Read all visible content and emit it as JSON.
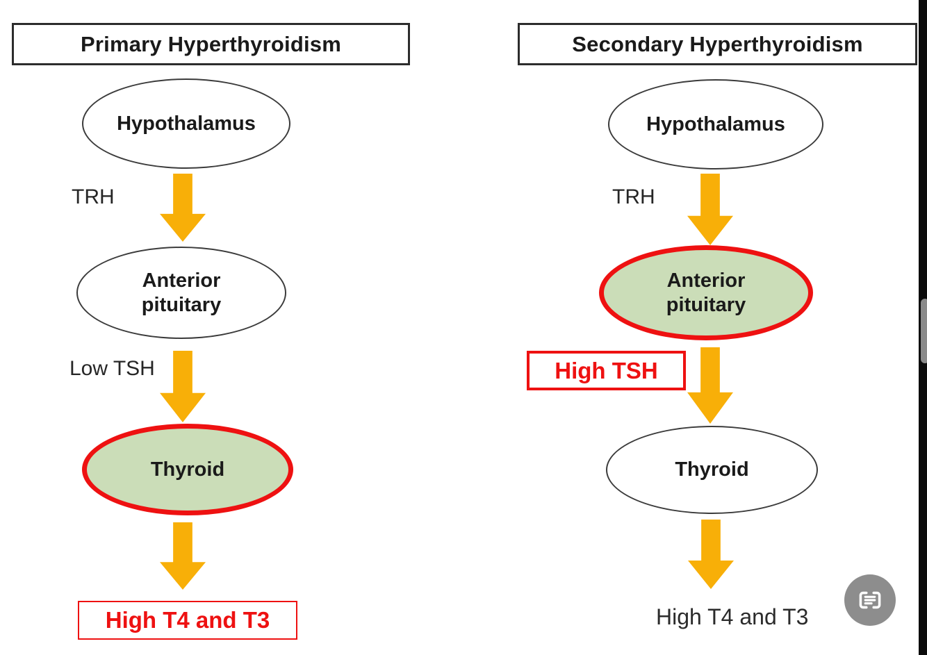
{
  "colors": {
    "arrow_orange": "#f8af08",
    "highlight_green": "#cbddb8",
    "alert_red": "#ee1111",
    "ellipse_border": "#3b3b3b",
    "viewer_bar_black": "#0b0b0b",
    "scroll_thumb_gray": "#8a8a8a",
    "scan_button_gray": "#8d8d8d"
  },
  "panels": [
    {
      "title": "Primary Hyperthyroidism",
      "hypothalamus_label": "Hypothalamus",
      "trh_label": "TRH",
      "anterior_pituitary_label": "Anterior\npituitary",
      "tsh_label": "Low TSH",
      "thyroid_label": "Thyroid",
      "result_label": "High T4 and T3",
      "highlighted_node": "thyroid"
    },
    {
      "title": "Secondary Hyperthyroidism",
      "hypothalamus_label": "Hypothalamus",
      "trh_label": "TRH",
      "anterior_pituitary_label": "Anterior\npituitary",
      "tsh_label": "High TSH",
      "thyroid_label": "Thyroid",
      "result_label": "High T4 and T3",
      "highlighted_node": "anterior_pituitary"
    }
  ],
  "viewer": {
    "scan_button_icon": "scan-text-icon",
    "scrollbar_orientation": "vertical"
  }
}
